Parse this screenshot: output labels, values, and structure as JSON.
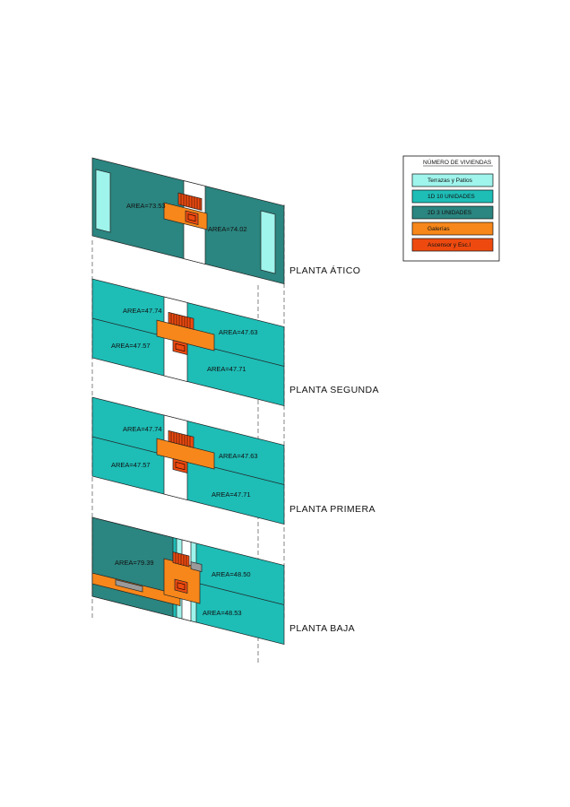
{
  "colors": {
    "terrazas": "#9ff4ec",
    "u1d": "#1ebdb6",
    "u2d": "#2b8580",
    "galerias": "#f7871a",
    "ascensor": "#ee4a10",
    "white": "#ffffff",
    "grey": "#9a9a9a",
    "line": "#222222"
  },
  "legend": {
    "title": "NÚMERO DE VIVIENDAS",
    "items": [
      {
        "label": "Terrazas y Patios",
        "color_key": "terrazas"
      },
      {
        "label": "1D 10 UNIDADES",
        "color_key": "u1d"
      },
      {
        "label": "2D 3 UNIDADES",
        "color_key": "u2d"
      },
      {
        "label": "Galerías",
        "color_key": "galerias"
      },
      {
        "label": "Ascensor y Esc.l",
        "color_key": "ascensor"
      }
    ]
  },
  "floors": {
    "atico": {
      "name": "PLANTA ÁTICO",
      "areas": [
        "AREA=73.53",
        "AREA=74.02"
      ]
    },
    "segunda": {
      "name": "PLANTA SEGUNDA",
      "areas": [
        "AREA=47.74",
        "AREA=47.63",
        "AREA=47.57",
        "AREA=47.71"
      ]
    },
    "primera": {
      "name": "PLANTA PRIMERA",
      "areas": [
        "AREA=47.74",
        "AREA=47.63",
        "AREA=47.57",
        "AREA=47.71"
      ]
    },
    "baja": {
      "name": "PLANTA BAJA",
      "areas": [
        "AREA=79.39",
        "AREA=48.50",
        "AREA=48.53"
      ]
    }
  }
}
